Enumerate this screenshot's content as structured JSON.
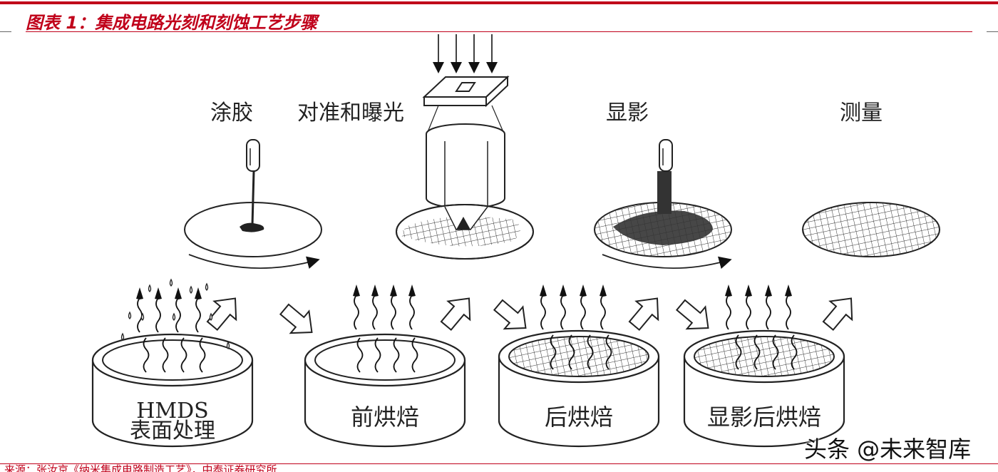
{
  "header": {
    "title": "图表 1：集成电路光刻和刻蚀工艺步骤"
  },
  "steps_top": [
    {
      "label": "涂胶"
    },
    {
      "label": "对准和曝光"
    },
    {
      "label": "显影"
    },
    {
      "label": "测量"
    }
  ],
  "ovens": [
    {
      "label_line1": "HMDS",
      "label_line2": "表面处理"
    },
    {
      "label_line1": "前烘焙",
      "label_line2": ""
    },
    {
      "label_line1": "后烘焙",
      "label_line2": ""
    },
    {
      "label_line1": "显影后烘焙",
      "label_line2": ""
    }
  ],
  "footer": {
    "source": "来源：张汝京《纳米集成电路制造工艺》，中泰证券研究所"
  },
  "watermark": {
    "text": "头条 @未来智库"
  },
  "colors": {
    "accent": "#c0001a"
  }
}
